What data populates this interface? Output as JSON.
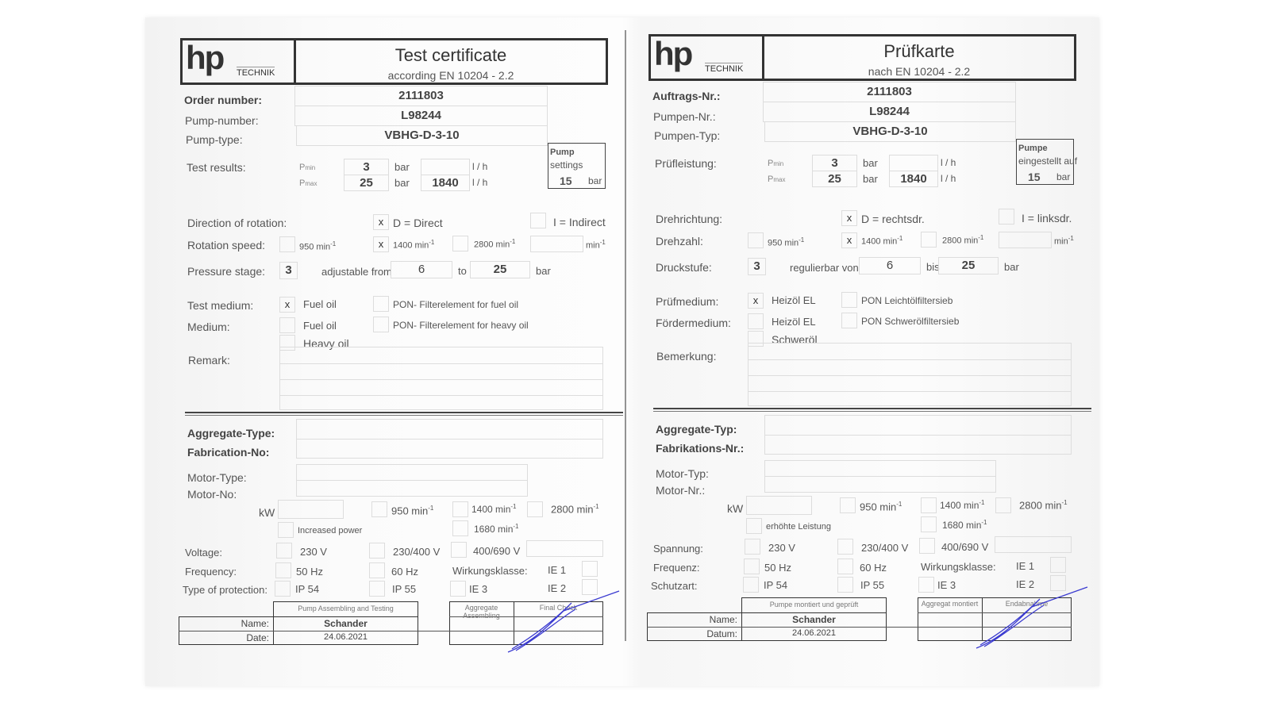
{
  "L": {
    "logo": "hp",
    "logo_sub": "TECHNIK",
    "title": "Test certificate",
    "subtitle": "according EN 10204 - 2.2",
    "order_label": "Order number:",
    "order_value": "2111803",
    "pump_number_label": "Pump-number:",
    "pump_number_value": "L98244",
    "pump_type_label": "Pump-type:",
    "pump_type_value": "VBHG-D-3-10",
    "pump_settings_title": "Pump",
    "pump_settings_sub": "settings",
    "pump_settings_value": "15",
    "pump_settings_unit": "bar",
    "test_results_label": "Test results:",
    "p": "P",
    "min_sub": "min",
    "max_sub": "max",
    "pmin_value": "3",
    "pmax_value": "25",
    "bar": "bar",
    "lh": "l / h",
    "flow_max": "1840",
    "rotation_dir_label": "Direction of rotation:",
    "dir_d_mark": "x",
    "dir_d": "D = Direct",
    "dir_i": "I = Indirect",
    "rotation_speed_label": "Rotation speed:",
    "min": "min",
    "min_exp": "-1",
    "s950": "950 min",
    "s1400": "1400 min",
    "s2800": "2800 min",
    "s1400_mark": "x",
    "pressure_label": "Pressure stage:",
    "pressure_value": "3",
    "adjustable": "adjustable from",
    "adj_from": "6",
    "to": "to",
    "adj_to": "25",
    "test_medium_label": "Test medium:",
    "test_medium_mark": "x",
    "fuel_oil": "Fuel oil",
    "pon_fuel": "PON- Filterelement for fuel oil",
    "medium_label": "Medium:",
    "medium_fuel": "Fuel oil",
    "pon_heavy": "PON- Filterelement for heavy oil",
    "heavy_oil": "Heavy oil",
    "remark_label": "Remark:",
    "aggregate_type_label": "Aggregate-Type:",
    "fabrication_label": "Fabrication-No:",
    "motor_type_label": "Motor-Type:",
    "motor_no_label": "Motor-No:",
    "kw": "kW",
    "m950": "950 min",
    "m1400": "1400 min",
    "m2800": "2800 min",
    "increased": "Increased power",
    "m1680": "1680 min",
    "voltage_label": "Voltage:",
    "v230": "230 V",
    "v230400": "230/400 V",
    "v400690": "400/690 V",
    "frequency_label": "Frequency:",
    "hz50": "50 Hz",
    "hz60": "60 Hz",
    "wirkung": "Wirkungsklasse:",
    "ie1": "IE 1",
    "protection_label": "Type of protection:",
    "ip54": "IP 54",
    "ip55": "IP 55",
    "ie3": "IE 3",
    "ie2": "IE 2",
    "sig_col1": "Pump Assembling and Testing",
    "sig_col2": "Aggregate Assembling",
    "sig_col3": "Final Check",
    "name_label": "Name:",
    "date_label": "Date:",
    "name_value": "Schander",
    "date_value": "24.06.2021"
  },
  "R": {
    "logo": "hp",
    "logo_sub": "TECHNIK",
    "title": "Prüfkarte",
    "subtitle": "nach EN 10204 - 2.2",
    "order_label": "Auftrags-Nr.:",
    "order_value": "2111803",
    "pump_number_label": "Pumpen-Nr.:",
    "pump_number_value": "L98244",
    "pump_type_label": "Pumpen-Typ:",
    "pump_type_value": "VBHG-D-3-10",
    "pump_settings_title": "Pumpe",
    "pump_settings_sub": "eingestellt auf",
    "pump_settings_value": "15",
    "pump_settings_unit": "bar",
    "test_results_label": "Prüfleistung:",
    "p": "P",
    "min_sub": "min",
    "max_sub": "max",
    "pmin_value": "3",
    "pmax_value": "25",
    "bar": "bar",
    "lh": "l / h",
    "flow_max": "1840",
    "rotation_dir_label": "Drehrichtung:",
    "dir_d_mark": "x",
    "dir_d": "D = rechtsdr.",
    "dir_i": "I = linksdr.",
    "rotation_speed_label": "Drehzahl:",
    "min": "min",
    "min_exp": "-1",
    "s950": "950 min",
    "s1400": "1400 min",
    "s2800": "2800 min",
    "s1400_mark": "x",
    "pressure_label": "Druckstufe:",
    "pressure_value": "3",
    "adjustable": "regulierbar von",
    "adj_from": "6",
    "to": "bis",
    "adj_to": "25",
    "test_medium_label": "Prüfmedium:",
    "test_medium_mark": "x",
    "fuel_oil": "Heizöl EL",
    "pon_fuel": "PON Leichtölfiltersieb",
    "medium_label": "Fördermedium:",
    "medium_fuel": "Heizöl EL",
    "pon_heavy": "PON Schwerölfiltersieb",
    "heavy_oil": "Schweröl",
    "remark_label": "Bemerkung:",
    "aggregate_type_label": "Aggregate-Typ:",
    "fabrication_label": "Fabrikations-Nr.:",
    "motor_type_label": "Motor-Typ:",
    "motor_no_label": "Motor-Nr.:",
    "kw": "kW",
    "m950": "950 min",
    "m1400": "1400 min",
    "m2800": "2800 min",
    "increased": "erhöhte Leistung",
    "m1680": "1680 min",
    "voltage_label": "Spannung:",
    "v230": "230 V",
    "v230400": "230/400 V",
    "v400690": "400/690 V",
    "frequency_label": "Frequenz:",
    "hz50": "50 Hz",
    "hz60": "60 Hz",
    "wirkung": "Wirkungsklasse:",
    "ie1": "IE 1",
    "protection_label": "Schutzart:",
    "ip54": "IP 54",
    "ip55": "IP 55",
    "ie3": "IE 3",
    "ie2": "IE 2",
    "sig_col1": "Pumpe montiert und geprüft",
    "sig_col2": "Aggregat montiert",
    "sig_col3": "Endabnahme",
    "name_label": "Name:",
    "date_label": "Datum:",
    "name_value": "Schander",
    "date_value": "24.06.2021"
  },
  "colors": {
    "ink": "#555555",
    "signature": "#3a3ad0"
  }
}
